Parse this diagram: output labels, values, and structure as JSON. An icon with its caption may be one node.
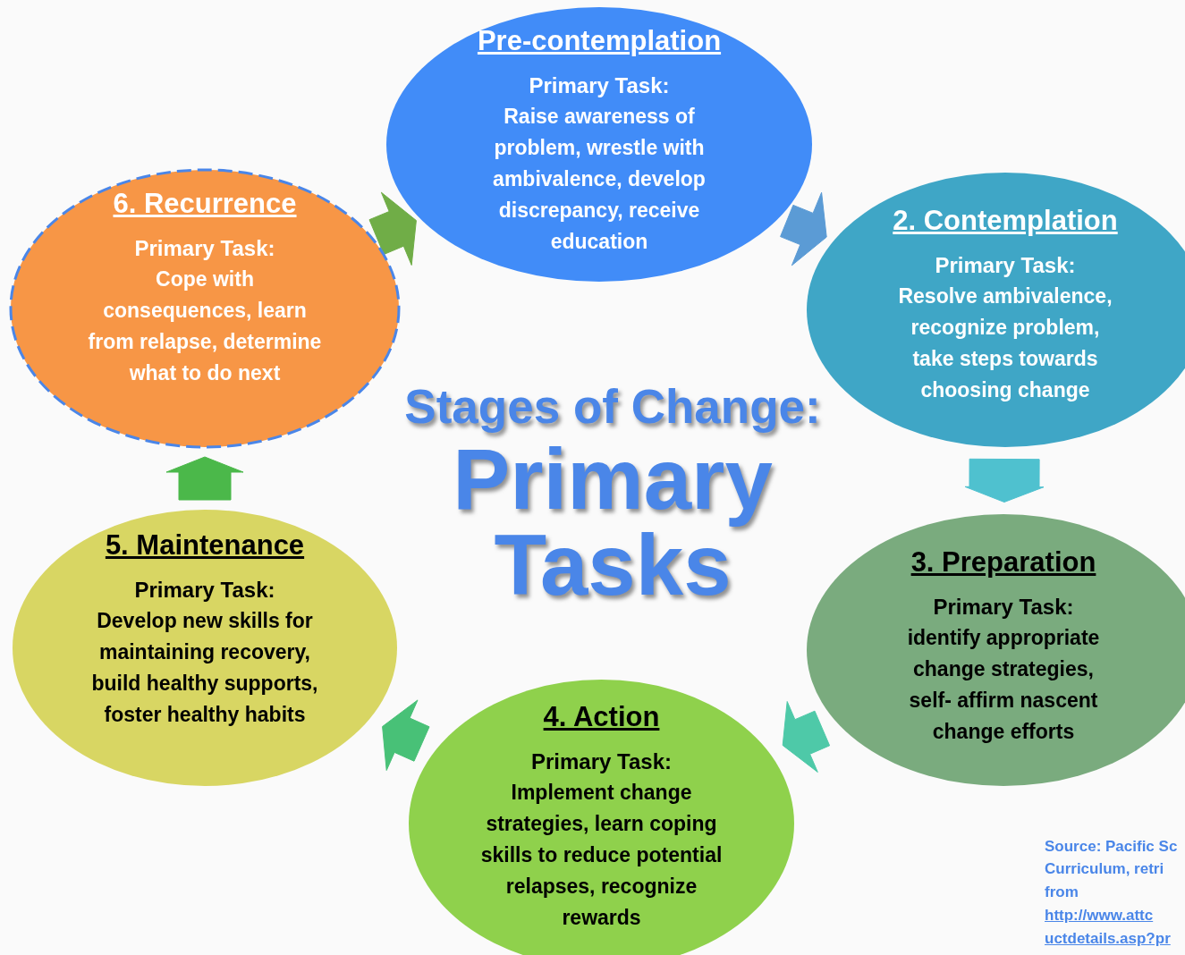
{
  "diagram": {
    "title": "Stages of Change: Primary Tasks",
    "nodes": [
      {
        "text": [
          "Pre-contemplation",
          "Primary Task:",
          "Raise awareness of problem, wrestle with ambivalence, develop discrepancy, receive education"
        ]
      },
      {
        "text": [
          "2. Contemplation",
          "Primary Task:",
          "Resolve ambivalence, recognize problem, take steps towards choosing change"
        ]
      },
      {
        "text": [
          "3. Preparation",
          "Primary Task:",
          "identify appropriate change strategies, self- affirm nascent change efforts"
        ]
      },
      {
        "text": [
          "4. Action",
          "Primary Task:",
          "Implement change strategies, learn coping skills to reduce potential relapses, recognize rewards"
        ]
      },
      {
        "text": [
          "5. Maintenance",
          "Primary Task:",
          "Develop new skills for maintaining recovery, build healthy supports, foster healthy habits"
        ]
      },
      {
        "text": [
          "6. Recurrence",
          "Primary Task:",
          "Cope with consequences, learn from relapse, determine what to do next"
        ]
      }
    ],
    "edges": [
      {
        "from": 0,
        "to": 1,
        "arrow": "to",
        "style": "thick",
        "color": "#5b9bd5"
      },
      {
        "from": 1,
        "to": 2,
        "arrow": "to",
        "style": "thick",
        "color": "#4fc1cf"
      },
      {
        "from": 2,
        "to": 3,
        "arrow": "to",
        "style": "thick",
        "color": "#4ec9a8"
      },
      {
        "from": 3,
        "to": 4,
        "arrow": "to",
        "style": "thick",
        "color": "#48c177"
      },
      {
        "from": 4,
        "to": 5,
        "arrow": "to",
        "style": "thick",
        "color": "#4bb84a"
      },
      {
        "from": 5,
        "to": 0,
        "arrow": "to",
        "style": "thick",
        "color": "#70ad47"
      }
    ],
    "labels": [
      "Source: Pacific Sc",
      "Curriculum, retri",
      "from",
      "http://www.attc",
      "uctdetails.asp?pr"
    ]
  }
}
